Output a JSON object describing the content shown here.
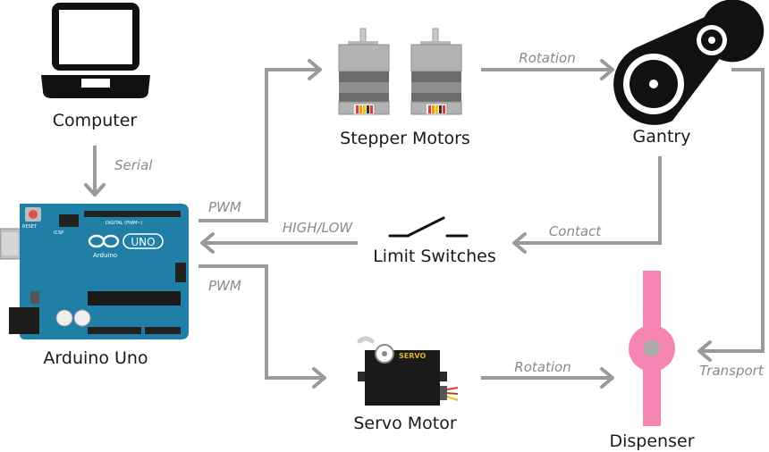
{
  "nodes": {
    "computer": "Computer",
    "arduino": "Arduino Uno",
    "stepper": "Stepper Motors",
    "gantry": "Gantry",
    "limit": "Limit Switches",
    "servo": "Servo Motor",
    "dispenser": "Dispenser"
  },
  "edges": {
    "serial": "Serial",
    "pwm_stepper": "PWM",
    "rotation_stepper": "Rotation",
    "contact": "Contact",
    "highlow": "HIGH/LOW",
    "pwm_servo": "PWM",
    "rotation_servo": "Rotation",
    "transport": "Transport"
  },
  "board": {
    "logo": "UNO",
    "brand": "Arduino",
    "reset": "RESET",
    "icsp": "ICSP",
    "digital": "DIGITAL (PWM~)"
  },
  "servo_brand": "SERVO",
  "colors": {
    "arrow": "#9a9a9a",
    "board": "#1f7fa6",
    "dispenser": "#f586b4",
    "dispenser_hub": "#ababab",
    "servo_brand": "#e5b21a"
  }
}
